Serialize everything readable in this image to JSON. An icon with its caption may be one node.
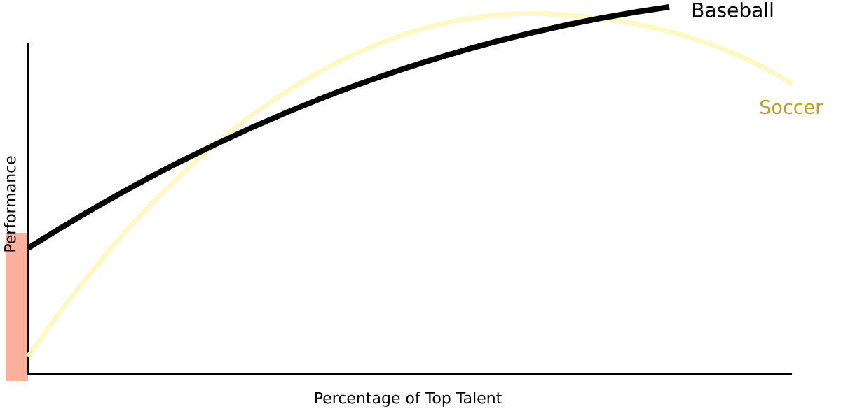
{
  "diagram": {
    "labels": [
      "Baseball",
      "Soccer",
      "Performance",
      "Percentage of Top Talent"
    ]
  }
}
